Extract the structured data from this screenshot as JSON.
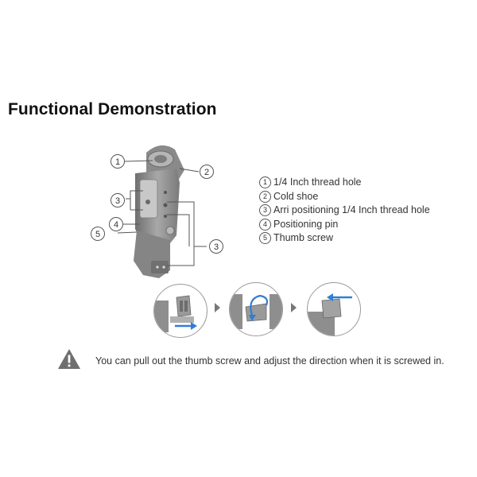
{
  "title": "Functional Demonstration",
  "callouts": {
    "c1": "1",
    "c2": "2",
    "c3a": "3",
    "c3b": "3",
    "c4": "4",
    "c5": "5"
  },
  "parts": [
    {
      "num": "1",
      "label": "1/4 Inch thread hole"
    },
    {
      "num": "2",
      "label": "Cold shoe"
    },
    {
      "num": "3",
      "label": "Arri positioning 1/4 Inch thread hole"
    },
    {
      "num": "4",
      "label": "Positioning pin"
    },
    {
      "num": "5",
      "label": "Thumb screw"
    }
  ],
  "warning": {
    "icon": "warning-triangle-icon",
    "text": "You can pull out the thumb screw and adjust the direction when it is screwed in."
  },
  "colors": {
    "arrow_blue": "#2f7fd6",
    "device_gray": "#8e8e8e"
  }
}
